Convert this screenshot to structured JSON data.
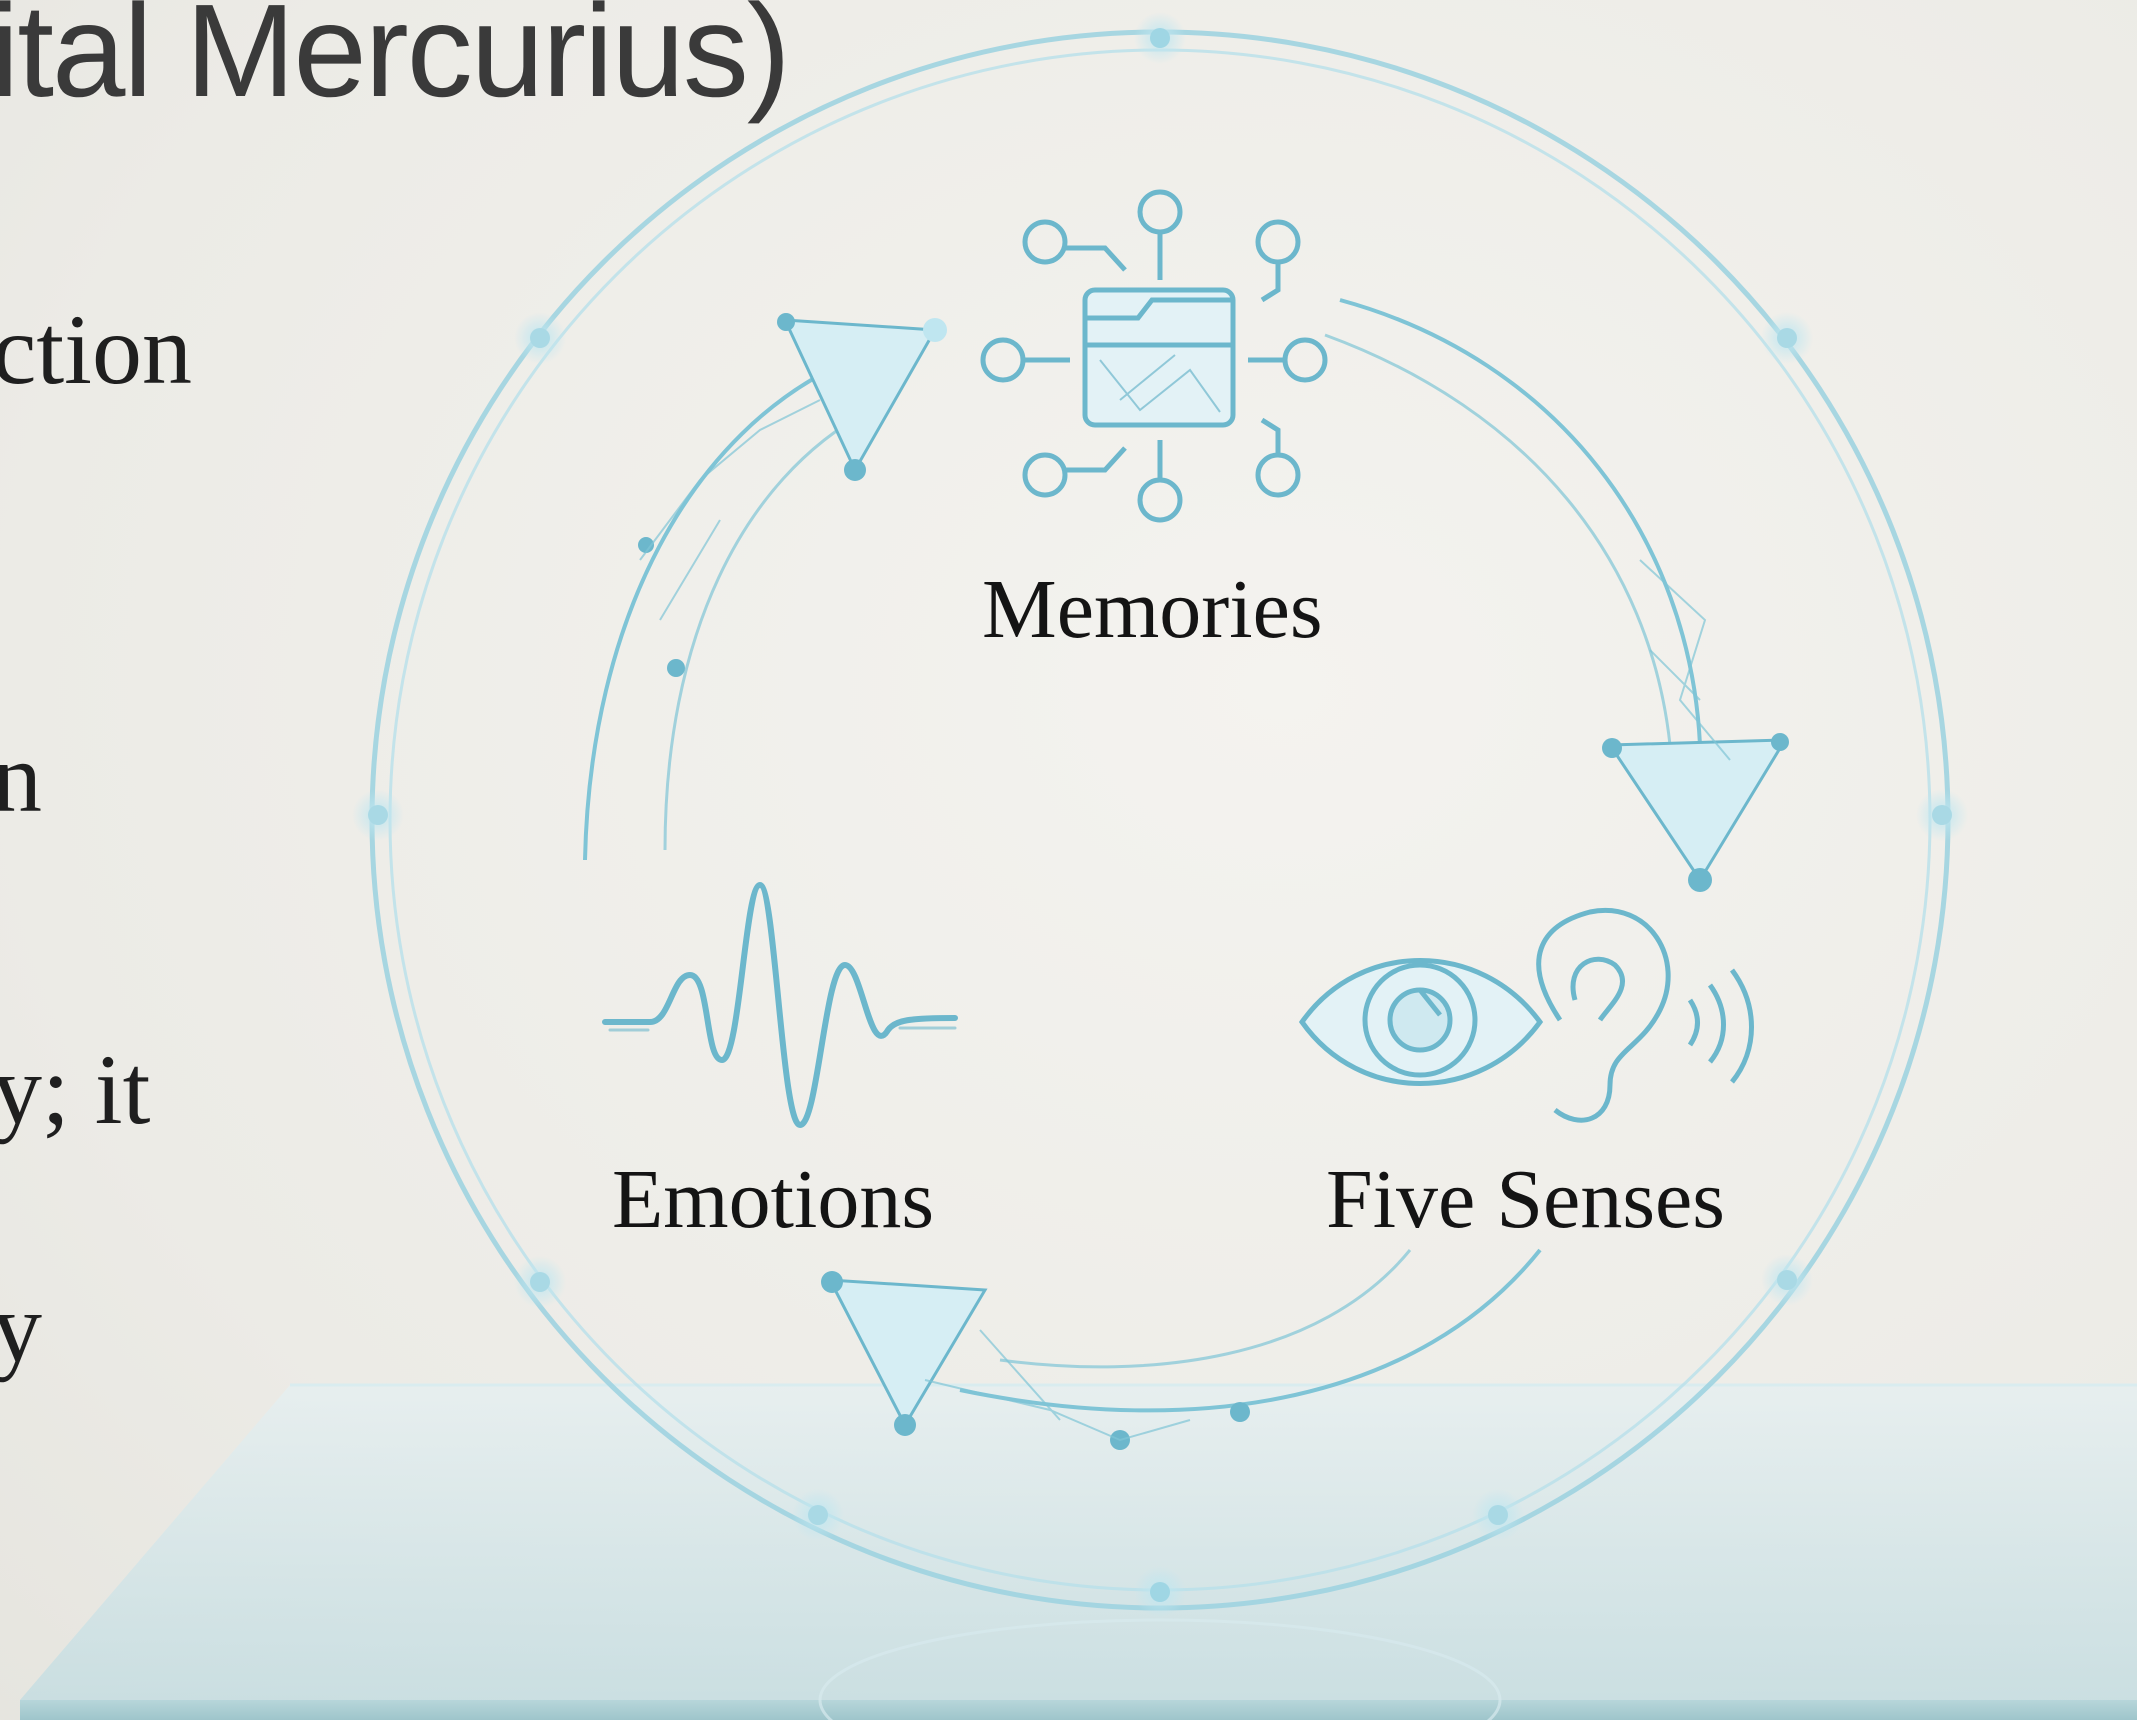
{
  "slide": {
    "title_fragment": "ital Mercurius)",
    "text_fragments": [
      "ction",
      "n",
      "y; it",
      "y"
    ]
  },
  "diagram": {
    "nodes": [
      {
        "id": "memories",
        "label": "Memories",
        "icon": "memory-network-folder-icon"
      },
      {
        "id": "five_senses",
        "label": "Five Senses",
        "icon": "eye-and-ear-icon"
      },
      {
        "id": "emotions",
        "label": "Emotions",
        "icon": "waveform-icon"
      }
    ],
    "cycle_order": [
      "memories",
      "five_senses",
      "emotions",
      "memories"
    ]
  },
  "colors": {
    "background": "#eeede8",
    "accent": "#7fc4d6",
    "accent_dark": "#5aa9bf",
    "text": "#141414",
    "platform": "#cfe3e6"
  }
}
